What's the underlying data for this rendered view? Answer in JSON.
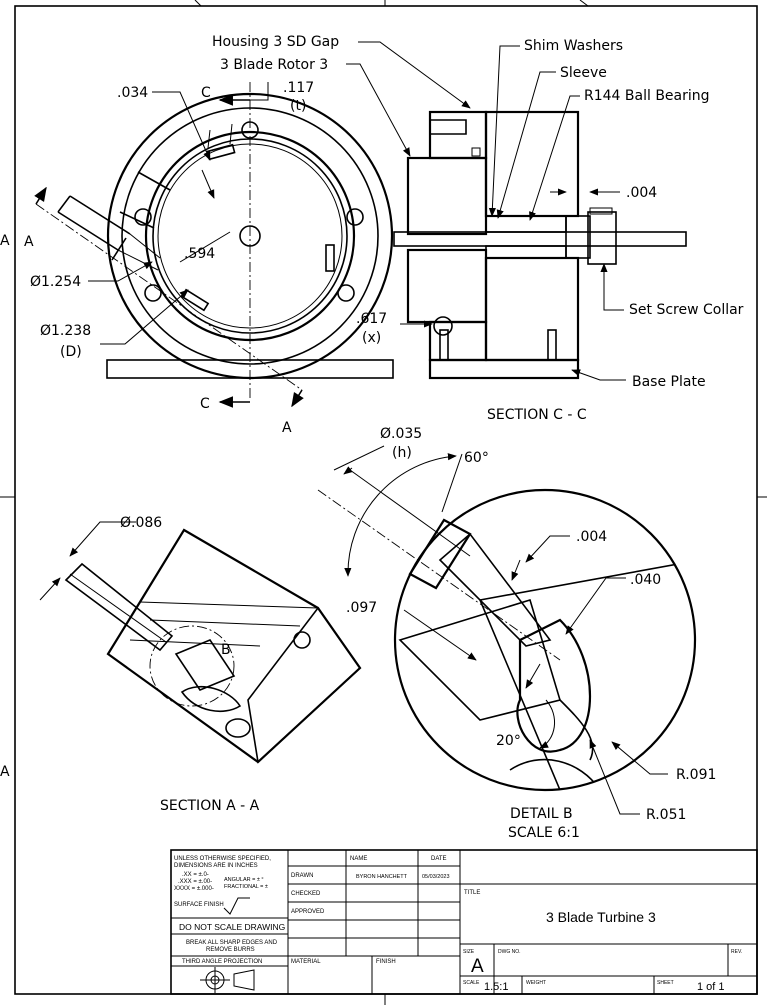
{
  "labels": {
    "housing": "Housing  3 SD Gap",
    "rotor": "3 Blade Rotor 3",
    "shim": "Shim Washers",
    "sleeve": "Sleeve",
    "bearing": "R144 Ball Bearing",
    "d034": ".034",
    "c_top": "C",
    "d117": ".117",
    "t": "(t)",
    "a_left": "A",
    "d594": ".594",
    "d1254": "Ø1.254",
    "d1238": "Ø1.238",
    "D": "(D)",
    "c_bot": "C",
    "a_bot": "A",
    "d004_top": ".004",
    "set_screw": "Set Screw Collar",
    "d617": ".617",
    "x": "(x)",
    "base_plate": "Base Plate",
    "section_cc": "SECTION C - C",
    "d035": "Ø.035",
    "h": "(h)",
    "deg60": "60°",
    "d086": "Ø.086",
    "d004_det": ".004",
    "d040": ".040",
    "d097": ".097",
    "b": "B",
    "deg20": "20°",
    "r091": "R.091",
    "r051": "R.051",
    "section_aa": "SECTION A - A",
    "detail_b": "DETAIL B",
    "detail_scale": "SCALE 6:1"
  },
  "title_block": {
    "tol_line1": "UNLESS OTHERWISE SPECIFIED,",
    "tol_line2": "DIMENSIONS ARE IN INCHES",
    "tol_xx": ".XX = ±.0-",
    "tol_xxx": ".XXX = ±.00-",
    "tol_xxxx": "XXXX = ±.000-",
    "tol_angular": "ANGULAR = ± °",
    "tol_fractional": "FRACTIONAL = ±",
    "surface_finish": "SURFACE FINISH",
    "dont_scale": "DO NOT SCALE DRAWING",
    "break_edges_1": "BREAK ALL SHARP EDGES AND",
    "break_edges_2": "REMOVE BURRS",
    "third_angle": "THIRD ANGLE PROJECTION",
    "hdr_name": "NAME",
    "hdr_date": "DATE",
    "drawn": "DRAWN",
    "drawn_name": "BYRON HANCHETT",
    "drawn_date": "05/03/2023",
    "checked": "CHECKED",
    "approved": "APPROVED",
    "material": "MATERIAL",
    "finish": "FINISH",
    "title_hdr": "TITLE",
    "title": "3 Blade Turbine 3",
    "size_hdr": "SIZE",
    "size": "A",
    "dwg_hdr": "DWG NO.",
    "rev_hdr": "REV.",
    "scale_hdr": "SCALE",
    "scale": "1.5:1",
    "weight_hdr": "WEIGHT",
    "sheet_hdr": "SHEET",
    "sheet": "1 of 1"
  },
  "border_marks": {
    "left_a": "A"
  }
}
